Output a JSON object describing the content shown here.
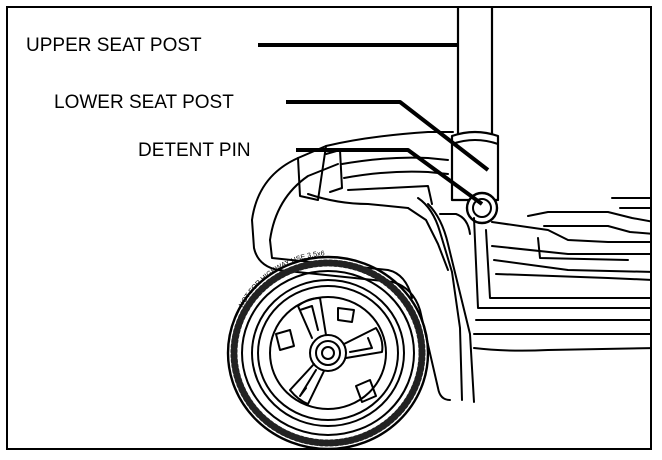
{
  "figure": {
    "labels": {
      "upper_seat_post": "UPPER SEAT POST",
      "lower_seat_post": "LOWER SEAT POST",
      "detent_pin": "DETENT PIN"
    },
    "tire_text": "NOT FOR HIGHWAY USE  3.5x6",
    "colors": {
      "ink": "#000000",
      "paper": "#ffffff",
      "tread_shade": "#222222"
    }
  }
}
